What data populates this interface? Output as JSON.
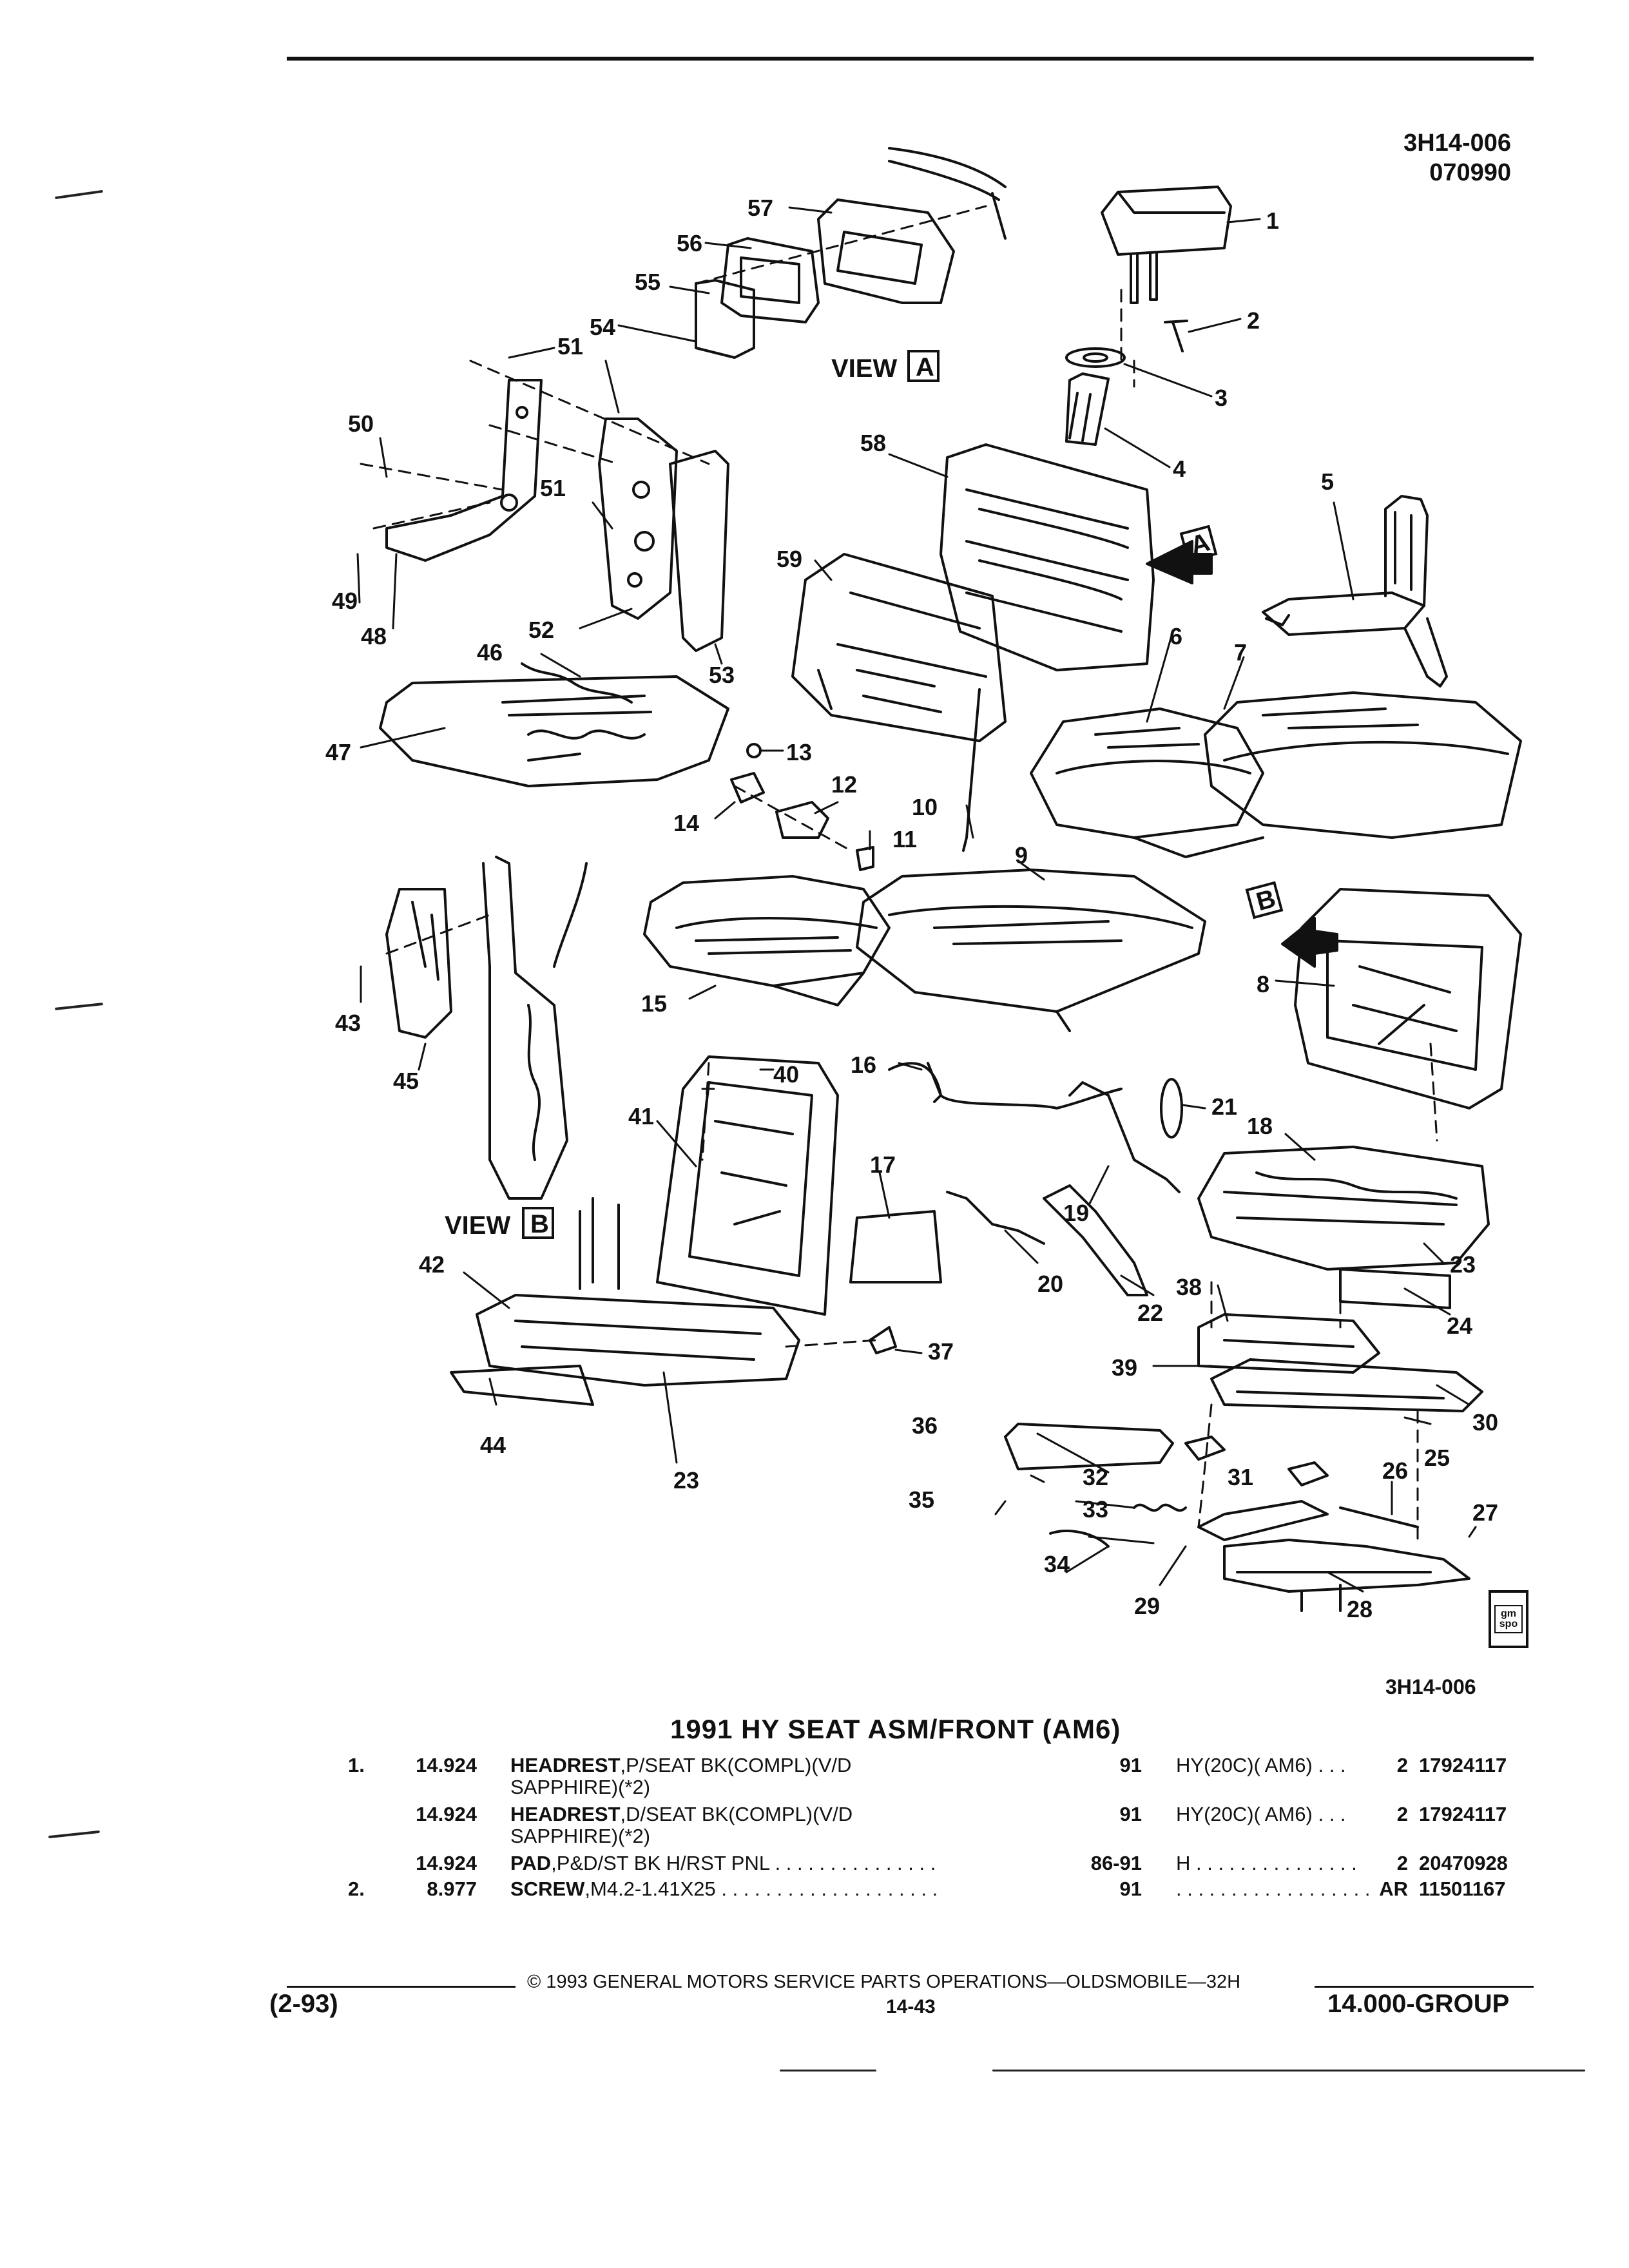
{
  "header": {
    "code": "3H14-006",
    "date_code": "070990"
  },
  "diagram": {
    "view_a": "VIEW",
    "view_a_box": "A",
    "view_b": "VIEW",
    "view_b_box": "B",
    "arrow_a_box": "A",
    "arrow_b_box": "B",
    "callouts": [
      "1",
      "2",
      "3",
      "4",
      "5",
      "6",
      "7",
      "8",
      "9",
      "10",
      "11",
      "12",
      "13",
      "14",
      "15",
      "16",
      "17",
      "18",
      "19",
      "20",
      "21",
      "22",
      "23",
      "23",
      "24",
      "25",
      "26",
      "27",
      "28",
      "29",
      "30",
      "31",
      "32",
      "33",
      "34",
      "35",
      "36",
      "37",
      "38",
      "39",
      "40",
      "41",
      "42",
      "43",
      "44",
      "45",
      "46",
      "47",
      "48",
      "49",
      "50",
      "51",
      "51",
      "52",
      "53",
      "54",
      "55",
      "56",
      "57",
      "58",
      "59"
    ],
    "ref_code": "3H14-006"
  },
  "section": {
    "title": "1991 HY SEAT ASM/FRONT (AM6)"
  },
  "parts": [
    {
      "item": "1.",
      "num": "14.924",
      "name": "HEADREST",
      "desc": ",P/SEAT BK(COMPL)(V/D",
      "desc2": "SAPPHIRE)(*2)",
      "year": "91",
      "model": "HY(20C)( AM6)  . . .",
      "qty": "2",
      "pn": "17924117"
    },
    {
      "item": "",
      "num": "14.924",
      "name": "HEADREST",
      "desc": ",D/SEAT BK(COMPL)(V/D",
      "desc2": "SAPPHIRE)(*2)",
      "year": "91",
      "model": "HY(20C)( AM6)  . . .",
      "qty": "2",
      "pn": "17924117"
    },
    {
      "item": "",
      "num": "14.924",
      "name": "PAD",
      "desc": ",P&D/ST BK H/RST PNL  . . . . . . . . . . . . . . .",
      "desc2": "",
      "year": "86-91",
      "model": "H  . . . . . . . . . . . . . . .",
      "qty": "2",
      "pn": "20470928"
    },
    {
      "item": "2.",
      "num": "8.977",
      "name": "SCREW",
      "desc": ",M4.2-1.41X25  . . . . . . . . . . . . . . . . . . . .",
      "desc2": "",
      "year": "91",
      "model": ". . . . . . . . . . . . . . . . . .",
      "qty": "AR",
      "pn": "11501167"
    }
  ],
  "footer": {
    "copyright": "© 1993 GENERAL MOTORS SERVICE PARTS OPERATIONS—OLDSMOBILE—32H",
    "date": "(2-93)",
    "page": "14-43",
    "group": "14.000-GROUP"
  },
  "logo": {
    "line1": "gm",
    "line2": "spo"
  }
}
